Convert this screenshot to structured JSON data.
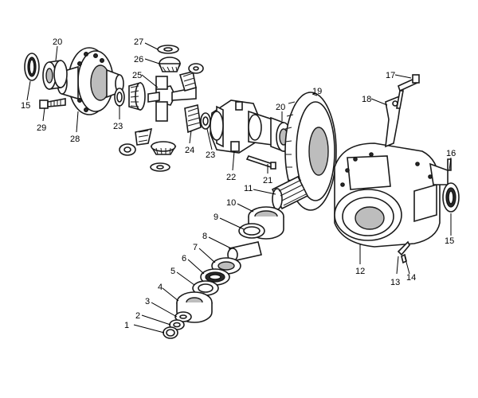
{
  "diagram": {
    "callouts": [
      {
        "id": "c1",
        "label": "1"
      },
      {
        "id": "c2",
        "label": "2"
      },
      {
        "id": "c3",
        "label": "3"
      },
      {
        "id": "c4",
        "label": "4"
      },
      {
        "id": "c5",
        "label": "5"
      },
      {
        "id": "c6",
        "label": "6"
      },
      {
        "id": "c7",
        "label": "7"
      },
      {
        "id": "c8",
        "label": "8"
      },
      {
        "id": "c9",
        "label": "9"
      },
      {
        "id": "c10",
        "label": "10"
      },
      {
        "id": "c11",
        "label": "11"
      },
      {
        "id": "c12",
        "label": "12"
      },
      {
        "id": "c13",
        "label": "13"
      },
      {
        "id": "c14",
        "label": "14"
      },
      {
        "id": "c15a",
        "label": "15"
      },
      {
        "id": "c15b",
        "label": "15"
      },
      {
        "id": "c16",
        "label": "16"
      },
      {
        "id": "c17",
        "label": "17"
      },
      {
        "id": "c18",
        "label": "18"
      },
      {
        "id": "c19",
        "label": "19"
      },
      {
        "id": "c20a",
        "label": "20"
      },
      {
        "id": "c20b",
        "label": "20"
      },
      {
        "id": "c21",
        "label": "21"
      },
      {
        "id": "c22",
        "label": "22"
      },
      {
        "id": "c23a",
        "label": "23"
      },
      {
        "id": "c23b",
        "label": "23"
      },
      {
        "id": "c24",
        "label": "24"
      },
      {
        "id": "c25",
        "label": "25"
      },
      {
        "id": "c26",
        "label": "26"
      },
      {
        "id": "c27",
        "label": "27"
      },
      {
        "id": "c28",
        "label": "28"
      },
      {
        "id": "c29",
        "label": "29"
      }
    ]
  }
}
